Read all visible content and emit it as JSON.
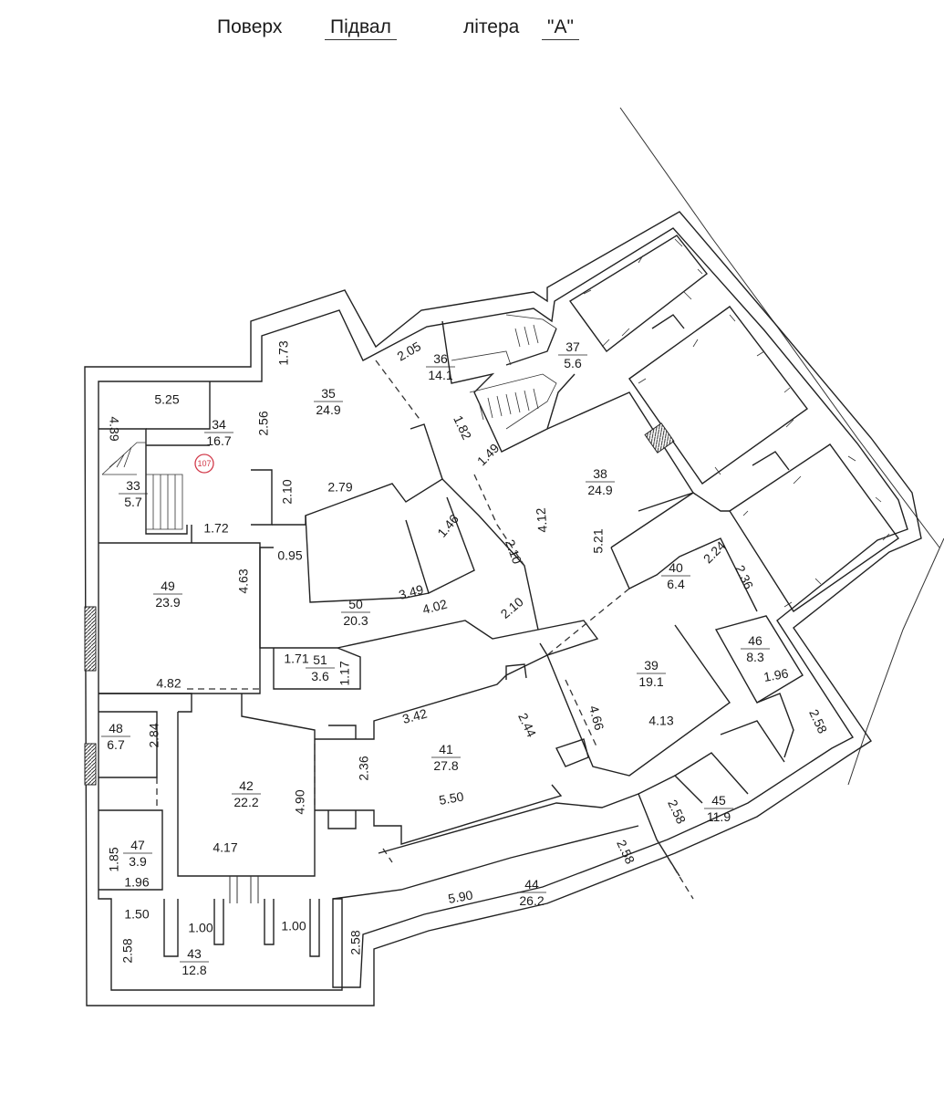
{
  "header": {
    "floor_label": "Поверх",
    "floor_value": "Підвал",
    "letter_label": "літера",
    "letter_value": "\"А\""
  },
  "stamp": "107",
  "rooms": [
    {
      "num": "33",
      "area": "5.7"
    },
    {
      "num": "34",
      "area": "16.7"
    },
    {
      "num": "35",
      "area": "24.9"
    },
    {
      "num": "36",
      "area": "14.1"
    },
    {
      "num": "37",
      "area": "5.6"
    },
    {
      "num": "38",
      "area": "24.9"
    },
    {
      "num": "39",
      "area": "19.1"
    },
    {
      "num": "40",
      "area": "6.4"
    },
    {
      "num": "41",
      "area": "27.8"
    },
    {
      "num": "42",
      "area": "22.2"
    },
    {
      "num": "43",
      "area": "12.8"
    },
    {
      "num": "44",
      "area": "26.2"
    },
    {
      "num": "45",
      "area": "11.9"
    },
    {
      "num": "46",
      "area": "8.3"
    },
    {
      "num": "47",
      "area": "3.9"
    },
    {
      "num": "48",
      "area": "6.7"
    },
    {
      "num": "49",
      "area": "23.9"
    },
    {
      "num": "50",
      "area": "20.3"
    },
    {
      "num": "51",
      "area": "3.6"
    }
  ],
  "dimensions": [
    "5.25",
    "4.39",
    "2.56",
    "1.73",
    "2.05",
    "1.82",
    "1.49",
    "2.10",
    "2.79",
    "1.72",
    "1.46",
    "4.12",
    "2.10",
    "5.21",
    "2.24",
    "2.36",
    "0.95",
    "3.49",
    "4.02",
    "2.10",
    "4.63",
    "1.71",
    "1.17",
    "4.82",
    "1.96",
    "3.42",
    "2.44",
    "4.66",
    "4.13",
    "2.58",
    "2.84",
    "2.36",
    "5.50",
    "4.90",
    "2.58",
    "1.85",
    "1.96",
    "4.17",
    "2.58",
    "1.50",
    "1.00",
    "1.00",
    "5.90",
    "2.58",
    "2.58"
  ]
}
